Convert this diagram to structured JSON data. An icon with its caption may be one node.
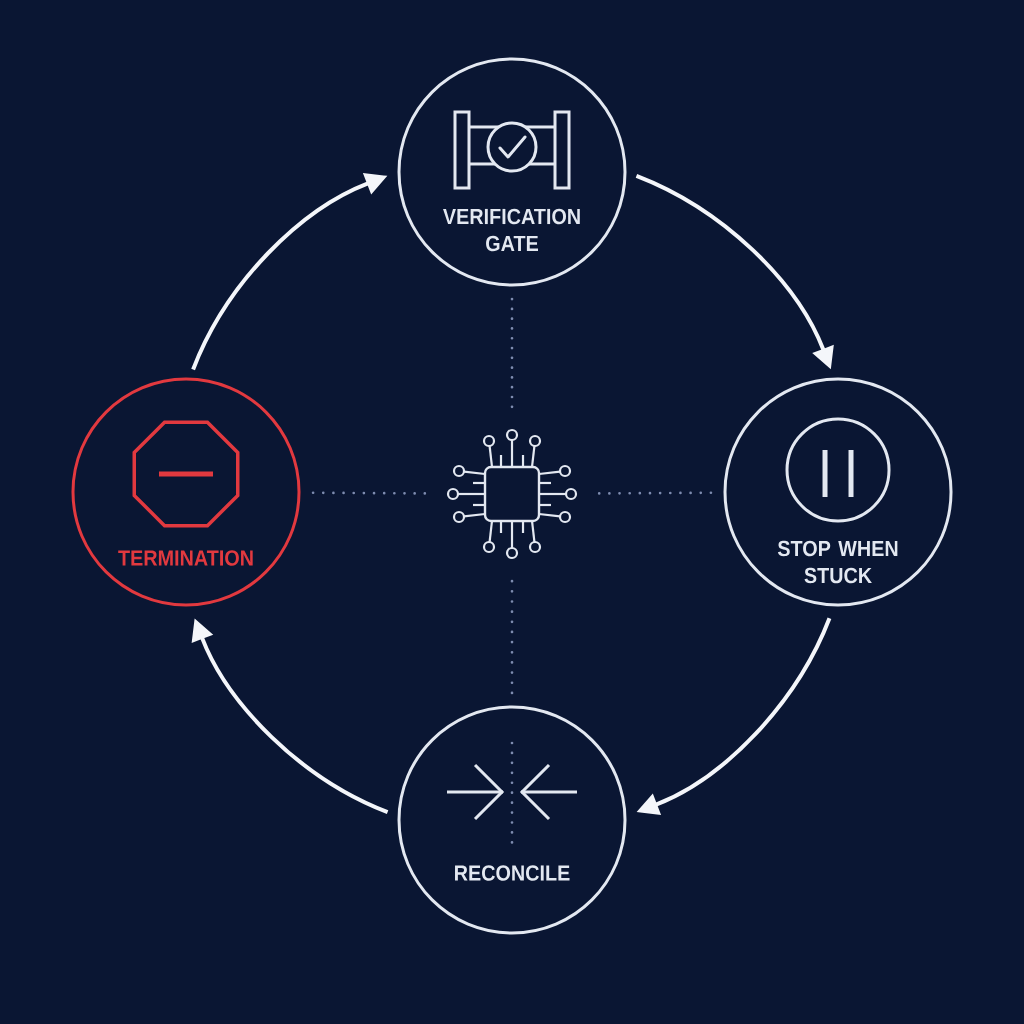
{
  "diagram": {
    "nodes": [
      {
        "text": [
          "VERIFICATION GATE"
        ]
      },
      {
        "text": [
          "TERMINATION"
        ]
      },
      {
        "text": [],
        "shape": "picture"
      },
      {
        "text": [
          "STOP WHEN STUCK"
        ]
      },
      {
        "text": [
          "RECONCILE"
        ]
      }
    ],
    "edges": [
      {
        "from": 1,
        "to": 0,
        "arrow": "to"
      },
      {
        "from": 0,
        "to": 3,
        "arrow": "to"
      },
      {
        "from": 3,
        "to": 4,
        "arrow": "to"
      },
      {
        "from": 4,
        "to": 1,
        "arrow": "to"
      },
      {
        "from": 2,
        "to": 0,
        "arrow": "none",
        "style": "dashed",
        "color": "#7e8cb0"
      },
      {
        "from": 2,
        "to": 1,
        "arrow": "none",
        "style": "dashed",
        "color": "#7e8cb0"
      },
      {
        "from": 2,
        "to": 3,
        "arrow": "none",
        "style": "dashed",
        "color": "#7e8cb0"
      },
      {
        "from": 2,
        "to": 4,
        "arrow": "none",
        "style": "dashed",
        "color": "#7e8cb0"
      }
    ]
  }
}
